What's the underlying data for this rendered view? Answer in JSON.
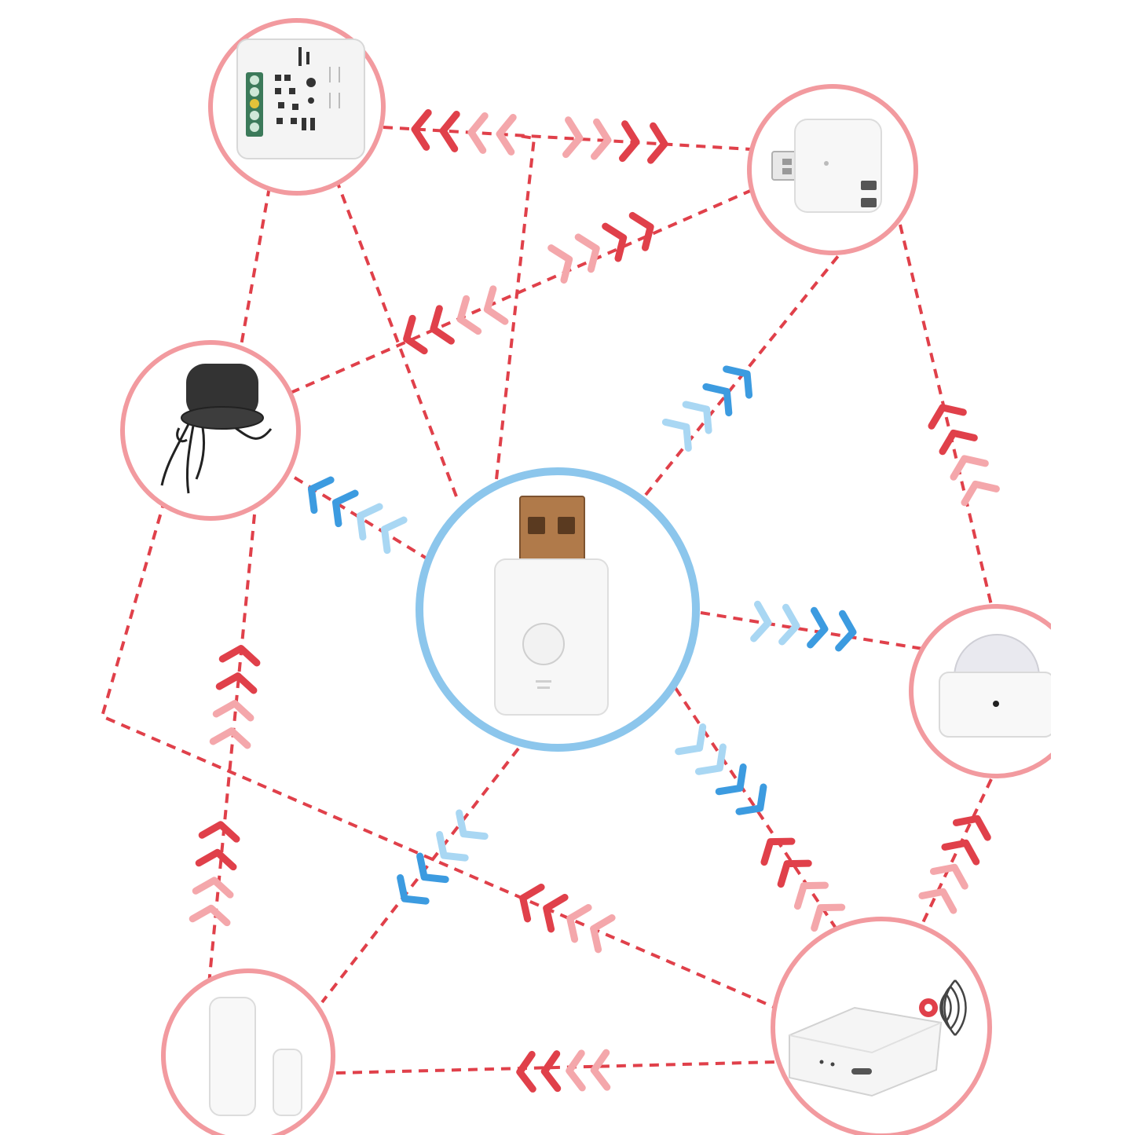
{
  "diagram": {
    "type": "mesh-network",
    "colors": {
      "mesh_link": "#e0404a",
      "node_ring": "#f29a9f",
      "hub_ring": "#8cc6ec",
      "hub_arrow_dark": "#3c9be0",
      "hub_arrow_light": "#a9d7f3",
      "mesh_arrow_dark": "#e0404a",
      "mesh_arrow_light": "#f4a7ab"
    },
    "hub": {
      "icon": "usb-zigbee-dongle-icon"
    },
    "nodes": [
      {
        "id": "wall-switch-module",
        "icon": "relay-module-icon"
      },
      {
        "id": "usb-plug-adapter",
        "icon": "usb-plug-icon"
      },
      {
        "id": "pendant-light",
        "icon": "pendant-lamp-icon"
      },
      {
        "id": "motion-sensor",
        "icon": "motion-sensor-icon"
      },
      {
        "id": "door-sensor",
        "icon": "door-window-sensor-icon"
      },
      {
        "id": "gateway",
        "icon": "wireless-gateway-icon"
      }
    ]
  }
}
